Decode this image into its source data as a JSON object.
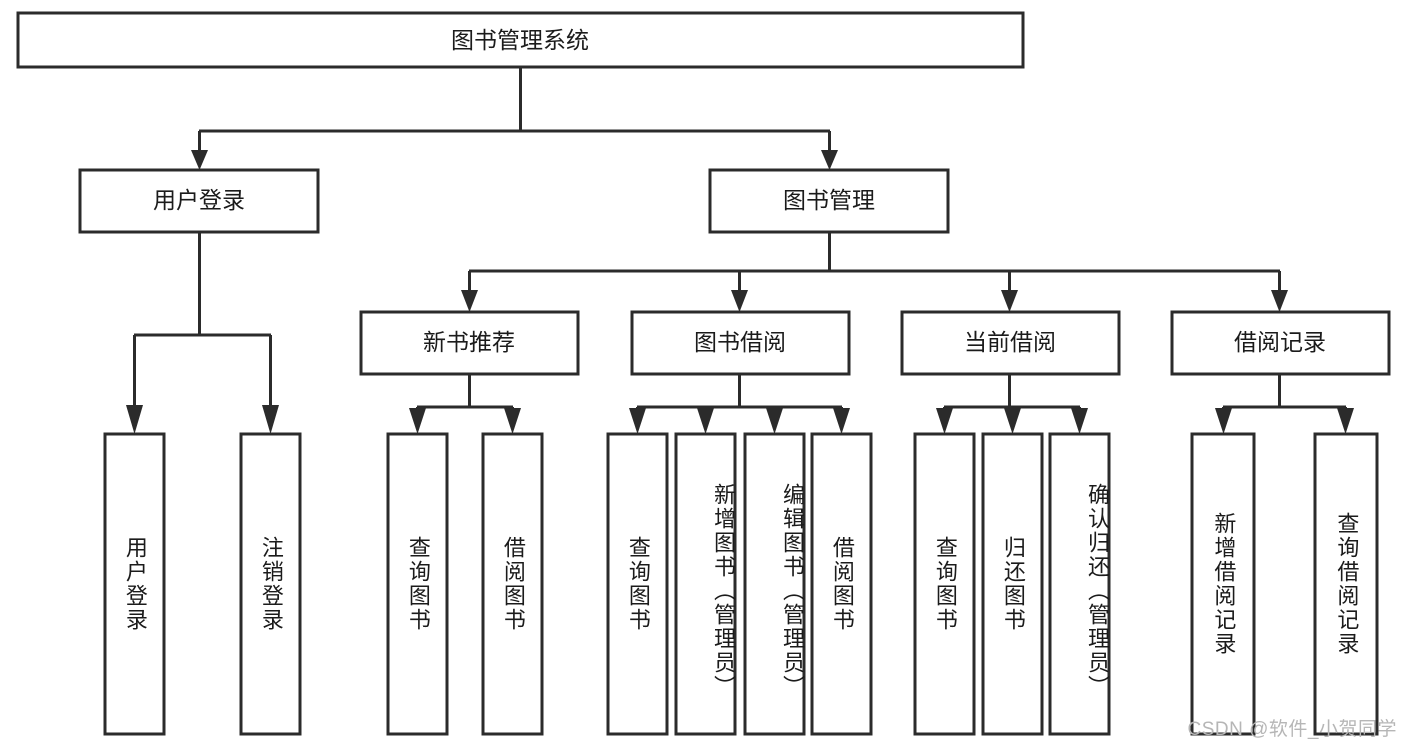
{
  "diagram": {
    "type": "tree-hierarchy",
    "title": "图书管理系统",
    "watermark": "CSDN @软件_小贺同学",
    "colors": {
      "stroke": "#2b2b2b",
      "fill": "#ffffff",
      "text": "#1b1b1b",
      "watermark": "#b6b6b6",
      "background": "#ffffff"
    },
    "root": {
      "id": "root",
      "label": "图书管理系统",
      "orientation": "horizontal"
    },
    "level2": [
      {
        "id": "user-login",
        "label": "用户登录",
        "orientation": "horizontal"
      },
      {
        "id": "book-management",
        "label": "图书管理",
        "orientation": "horizontal"
      }
    ],
    "level3": [
      {
        "id": "new-book-recommend",
        "label": "新书推荐",
        "orientation": "horizontal",
        "parent": "book-management"
      },
      {
        "id": "book-borrow",
        "label": "图书借阅",
        "orientation": "horizontal",
        "parent": "book-management"
      },
      {
        "id": "current-borrow",
        "label": "当前借阅",
        "orientation": "horizontal",
        "parent": "book-management"
      },
      {
        "id": "borrow-record",
        "label": "借阅记录",
        "orientation": "horizontal",
        "parent": "book-management"
      }
    ],
    "leaves": [
      {
        "id": "leaf-user-login",
        "label": "用户登录",
        "orientation": "vertical",
        "parent": "user-login"
      },
      {
        "id": "leaf-logout-login",
        "label": "注销登录",
        "orientation": "vertical",
        "parent": "user-login"
      },
      {
        "id": "leaf-query-book-1",
        "label": "查询图书",
        "orientation": "vertical",
        "parent": "new-book-recommend"
      },
      {
        "id": "leaf-borrow-book-1",
        "label": "借阅图书",
        "orientation": "vertical",
        "parent": "new-book-recommend"
      },
      {
        "id": "leaf-query-book-2",
        "label": "查询图书",
        "orientation": "vertical",
        "parent": "book-borrow"
      },
      {
        "id": "leaf-add-book",
        "label": "新增图书（管理员）",
        "orientation": "vertical",
        "parent": "book-borrow"
      },
      {
        "id": "leaf-edit-book",
        "label": "编辑图书（管理员）",
        "orientation": "vertical",
        "parent": "book-borrow"
      },
      {
        "id": "leaf-borrow-book-2",
        "label": "借阅图书",
        "orientation": "vertical",
        "parent": "book-borrow"
      },
      {
        "id": "leaf-query-book-3",
        "label": "查询图书",
        "orientation": "vertical",
        "parent": "current-borrow"
      },
      {
        "id": "leaf-return-book",
        "label": "归还图书",
        "orientation": "vertical",
        "parent": "current-borrow"
      },
      {
        "id": "leaf-confirm-return",
        "label": "确认归还（管理员）",
        "orientation": "vertical",
        "parent": "current-borrow"
      },
      {
        "id": "leaf-add-record",
        "label": "新增借阅记录",
        "orientation": "vertical",
        "parent": "borrow-record"
      },
      {
        "id": "leaf-query-record",
        "label": "查询借阅记录",
        "orientation": "vertical",
        "parent": "borrow-record"
      }
    ]
  }
}
